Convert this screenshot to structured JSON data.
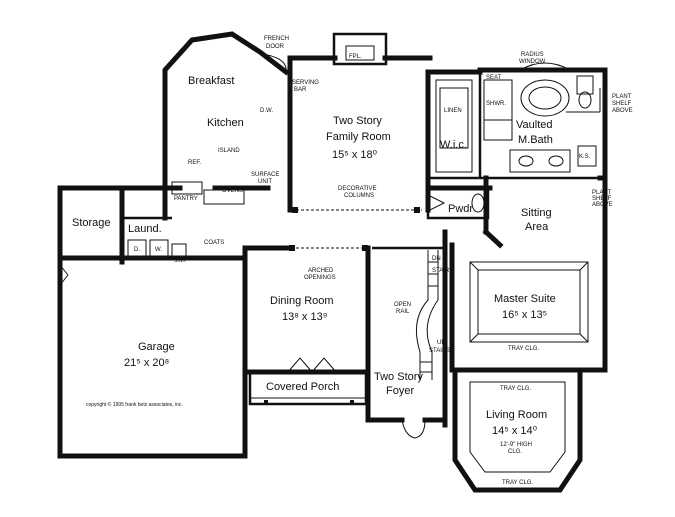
{
  "rooms": {
    "breakfast": "Breakfast",
    "kitchen": "Kitchen",
    "family_room_l1": "Two Story",
    "family_room_l2": "Family Room",
    "family_room_dims": "15⁵ x 18⁰",
    "wic": "W.i.c.",
    "bath_l1": "Vaulted",
    "bath_l2": "M.Bath",
    "storage": "Storage",
    "laundry": "Laund.",
    "pwdr": "Pwdr",
    "sitting_l1": "Sitting",
    "sitting_l2": "Area",
    "master_l1": "Master Suite",
    "master_dims": "16⁵ x 13⁵",
    "dining_l1": "Dining Room",
    "dining_dims": "13⁸ x 13⁹",
    "garage_l1": "Garage",
    "garage_dims": "21⁵ x 20⁸",
    "porch": "Covered Porch",
    "foyer_l1": "Two Story",
    "foyer_l2": "Foyer",
    "living_l1": "Living Room",
    "living_dims": "14⁵ x 14⁰"
  },
  "notes": {
    "french_door_1": "FRENCH",
    "french_door_2": "DOOR",
    "fpl": "FPL.",
    "serving_bar_1": "SERVING",
    "serving_bar_2": "BAR",
    "dw": "D.W.",
    "island": "ISLAND",
    "ref": "REF.",
    "surface_unit_1": "SURFACE",
    "surface_unit_2": "UNIT",
    "ovens": "OVENS",
    "pantry": "PANTRY",
    "decorative_columns_1": "DECORATIVE",
    "decorative_columns_2": "COLUMNS",
    "radius_window_1": "RADIUS",
    "radius_window_2": "WINDOW",
    "seat": "SEAT",
    "shwr": "SHWR.",
    "linen": "LINEN",
    "ks": "K.S.",
    "plant_shelf_above_1a": "PLANT",
    "plant_shelf_above_1b": "SHELF",
    "plant_shelf_above_1c": "ABOVE",
    "plant_shelf_above_2a": "PLANT",
    "plant_shelf_above_2b": "SHELF",
    "plant_shelf_above_2c": "ABOVE",
    "coats": "COATS",
    "d": "D.",
    "w": "W.",
    "sink": "SINK",
    "arched_openings_1": "ARCHED",
    "arched_openings_2": "OPENINGS",
    "stairs_dn": "DN",
    "stairs_1": "STAIRS",
    "open_rail_1": "OPEN",
    "open_rail_2": "RAIL",
    "up": "UP",
    "stairs_2": "STAIRS",
    "tray_clg_1": "TRAY CLG.",
    "tray_clg_2": "TRAY CLG.",
    "tray_clg_3": "TRAY CLG.",
    "high_clg_1": "12'-9\" HIGH",
    "high_clg_2": "CLG.",
    "copyright": "copyright © 1995 frank betz associates, inc."
  }
}
